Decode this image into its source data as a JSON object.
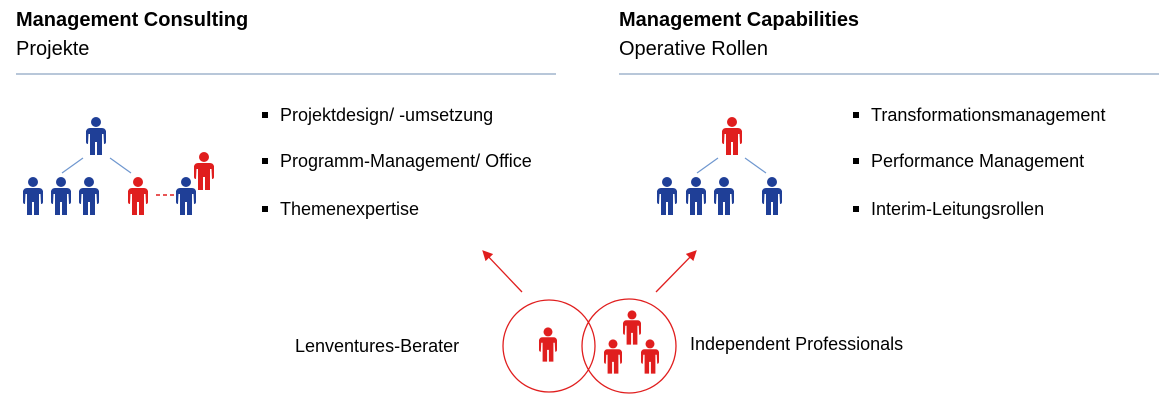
{
  "left": {
    "title": "Management Consulting",
    "subtitle": "Projekte",
    "bullets": [
      "Projektdesign/ -umsetzung",
      "Programm-Management/ Office",
      "Themenexpertise"
    ]
  },
  "right": {
    "title": "Management Capabilities",
    "subtitle": "Operative Rollen",
    "bullets": [
      "Transformationsmanagement",
      "Performance Management",
      "Interim-Leitungsrollen"
    ]
  },
  "bottom": {
    "left_label": "Lenventures-Berater",
    "right_label": "Independent  Professionals"
  },
  "colors": {
    "blue": "#1f3f97",
    "red": "#e01e1e",
    "rule": "#b8c7d9",
    "connector": "#6f97cf"
  }
}
